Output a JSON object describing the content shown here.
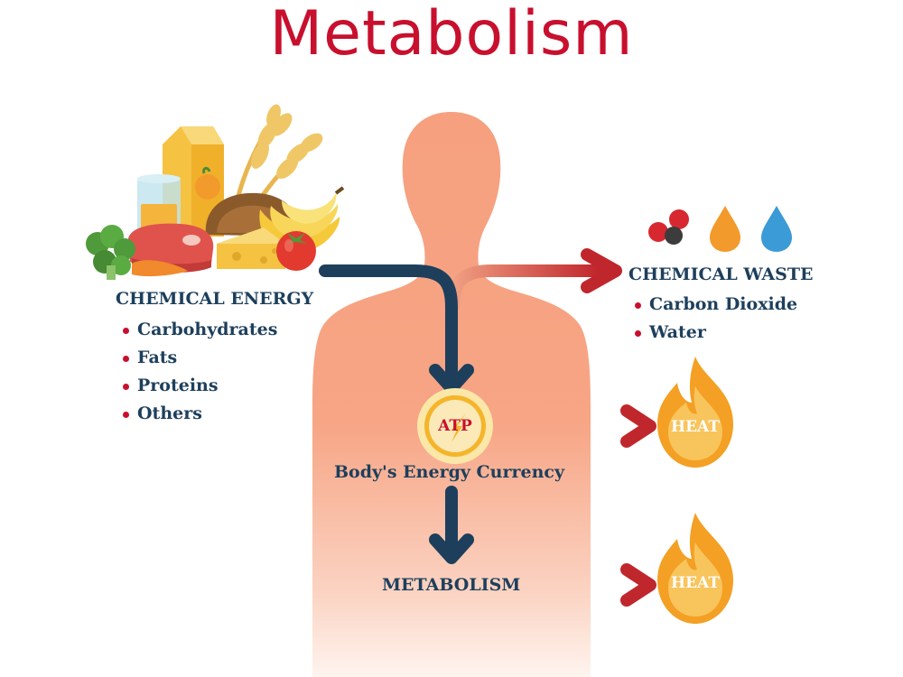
{
  "title": "Metabolism",
  "input": {
    "heading": "CHEMICAL ENERGY",
    "items": [
      "Carbohydrates",
      "Fats",
      "Proteins",
      "Others"
    ]
  },
  "waste": {
    "heading": "CHEMICAL WASTE",
    "items": [
      "Carbon Dioxide",
      "Water"
    ]
  },
  "atp": {
    "label": "ATP",
    "caption": "Body's Energy Currency"
  },
  "metabolism_label": "METABOLISM",
  "heat": {
    "label_1": "HEAT",
    "label_2": "HEAT"
  },
  "colors": {
    "title": "#c8102e",
    "text": "#1d3f5c",
    "bullet": "#c8102e",
    "body": "#f7a382",
    "arrow_dark": "#1d3f5c",
    "arrow_red": "#c0272d",
    "flame_outer": "#f4a024",
    "flame_inner": "#f8c45c"
  }
}
